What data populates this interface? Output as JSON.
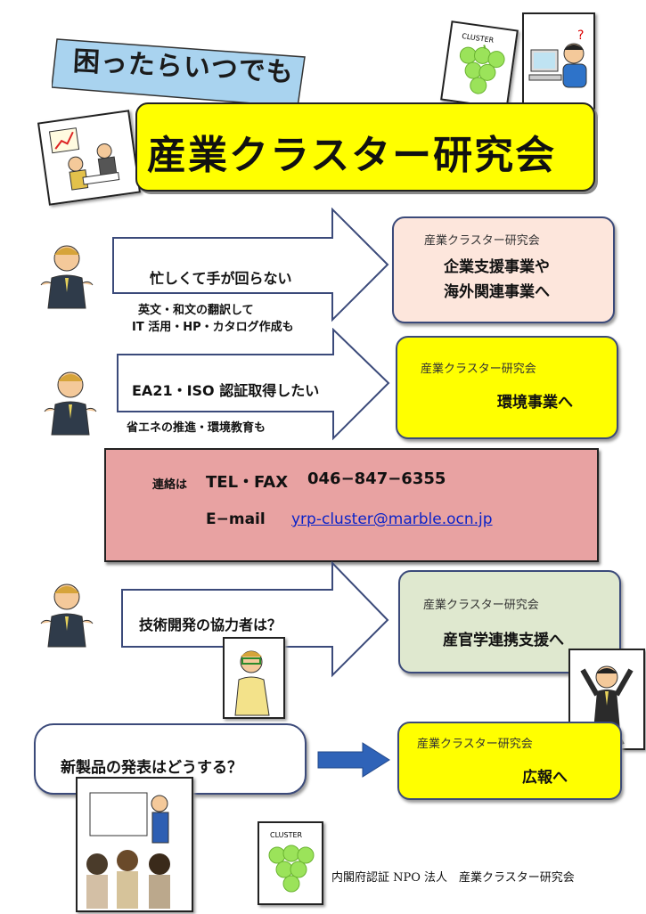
{
  "header": {
    "tagline": "困ったらいつでも",
    "title": "産業クラスター研究会"
  },
  "sections": [
    {
      "question": "忙しくて手が回らない",
      "sub_lines": [
        "英文・和文の翻訳して",
        "IT 活用・HP・カタログ作成も"
      ],
      "box_org": "産業クラスター研究会",
      "box_lines": [
        "企業支援事業や",
        "海外関連事業へ"
      ],
      "box_color": "#fde6dc"
    },
    {
      "question": "EA21・ISO 認証取得したい",
      "sub_lines": [
        "省エネの推進・環境教育も"
      ],
      "box_org": "産業クラスター研究会",
      "box_lines": [
        "環境事業へ"
      ],
      "box_color": "#ffff00"
    },
    {
      "question": "技術開発の協力者は？",
      "sub_lines": [],
      "box_org": "産業クラスター研究会",
      "box_lines": [
        "産官学連携支援へ"
      ],
      "box_color": "#dfe8cf"
    },
    {
      "question": "新製品の発表はどうする？",
      "sub_lines": [],
      "box_org": "産業クラスター研究会",
      "box_lines": [
        "広報へ"
      ],
      "box_color": "#ffff00"
    }
  ],
  "contact": {
    "label": "連絡は",
    "tel_label": "TEL・FAX",
    "tel": "046−847−6355",
    "email_label": "E−mail",
    "email": "yrp-cluster@marble.ocn.jp"
  },
  "logo_text": "CLUSTER",
  "footer": "内閣府認証 NPO 法人　産業クラスター研究会",
  "colors": {
    "yellow": "#ffff00",
    "contact_bg": "#e8a2a2",
    "link": "#0b23c8",
    "tagline_bg": "#a9d3ef"
  }
}
